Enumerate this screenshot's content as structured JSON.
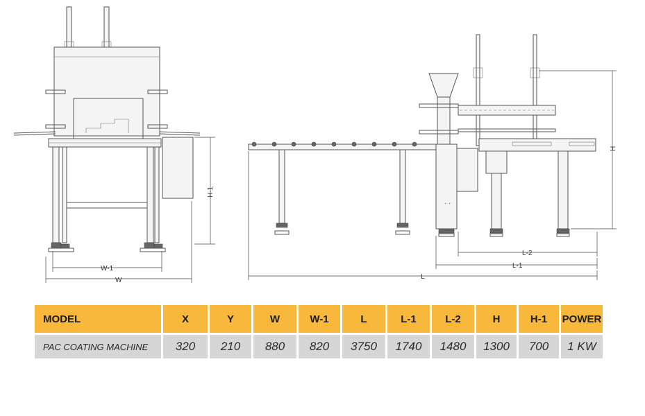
{
  "diagram": {
    "labels": {
      "w1": "W-1",
      "w": "W",
      "h1": "H-1",
      "h": "H",
      "l": "L",
      "l1": "L-1",
      "l2": "L-2"
    }
  },
  "table": {
    "headers": [
      "MODEL",
      "X",
      "Y",
      "W",
      "W-1",
      "L",
      "L-1",
      "L-2",
      "H",
      "H-1",
      "POWER"
    ],
    "row": [
      "PAC COATING MACHINE",
      "320",
      "210",
      "880",
      "820",
      "3750",
      "1740",
      "1480",
      "1300",
      "700",
      "1 KW"
    ]
  },
  "colors": {
    "header_bg": "#f7b83b",
    "row_bg": "#d6d6d6"
  }
}
